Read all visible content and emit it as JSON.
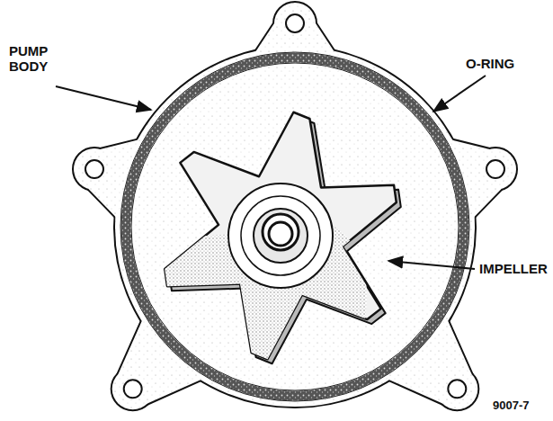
{
  "diagram": {
    "labels": [
      "PUMP BODY",
      "O-RING",
      "IMPELLER",
      "9007-7"
    ]
  }
}
